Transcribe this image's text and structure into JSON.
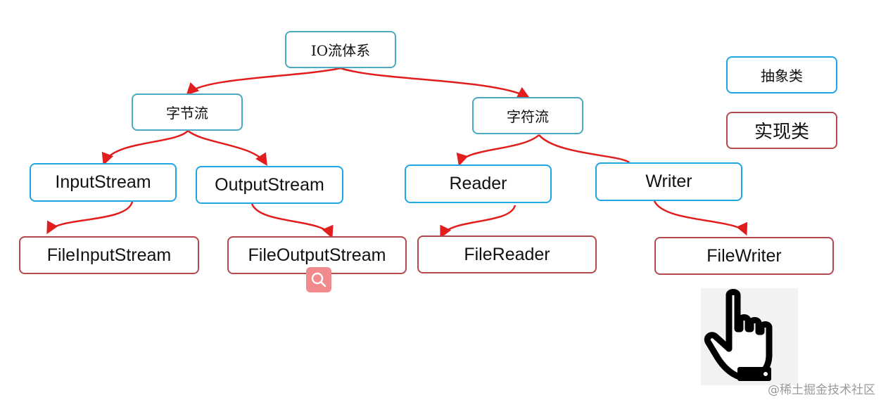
{
  "diagram": {
    "root": "IO流体系",
    "byte_stream": "字节流",
    "char_stream": "字符流",
    "input_stream": "InputStream",
    "output_stream": "OutputStream",
    "reader": "Reader",
    "writer": "Writer",
    "file_input_stream": "FileInputStream",
    "file_output_stream": "FileOutputStream",
    "file_reader": "FileReader",
    "file_writer": "FileWriter"
  },
  "legend": {
    "abstract_label": "抽象类",
    "impl_label": "实现类"
  },
  "colors": {
    "abstract_border_light": "#4aa8c0",
    "abstract_border": "#1ea6e2",
    "impl_border": "#b5484e",
    "edge": "#e11d1d",
    "search_button": "#f08a8c"
  },
  "overlays": {
    "search_icon": "search-icon",
    "hand_icon": "pointing-hand-icon"
  },
  "watermark": "@稀土掘金技术社区"
}
